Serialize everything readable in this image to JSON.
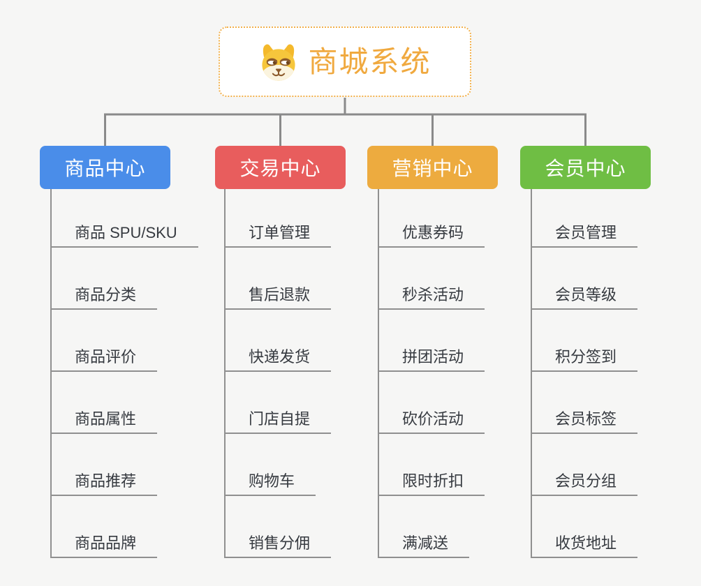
{
  "root": {
    "title": "商城系统",
    "icon": "shiba-dog-icon"
  },
  "branches": [
    {
      "label": "商品中心",
      "color": "#4a8de9",
      "items": [
        "商品 SPU/SKU",
        "商品分类",
        "商品评价",
        "商品属性",
        "商品推荐",
        "商品品牌"
      ]
    },
    {
      "label": "交易中心",
      "color": "#e85d5d",
      "items": [
        "订单管理",
        "售后退款",
        "快递发货",
        "门店自提",
        "购物车",
        "销售分佣"
      ]
    },
    {
      "label": "营销中心",
      "color": "#edab3f",
      "items": [
        "优惠券码",
        "秒杀活动",
        "拼团活动",
        "砍价活动",
        "限时折扣",
        "满减送"
      ]
    },
    {
      "label": "会员中心",
      "color": "#6fbe44",
      "items": [
        "会员管理",
        "会员等级",
        "积分签到",
        "会员标签",
        "会员分组",
        "收货地址"
      ]
    }
  ],
  "colors": {
    "background": "#f6f6f5",
    "connector": "#8a8a8a",
    "leaf_line": "#8f8f8f",
    "leaf_text": "#363a40",
    "root_border": "#f2b04a",
    "root_title": "#f0a93f"
  }
}
